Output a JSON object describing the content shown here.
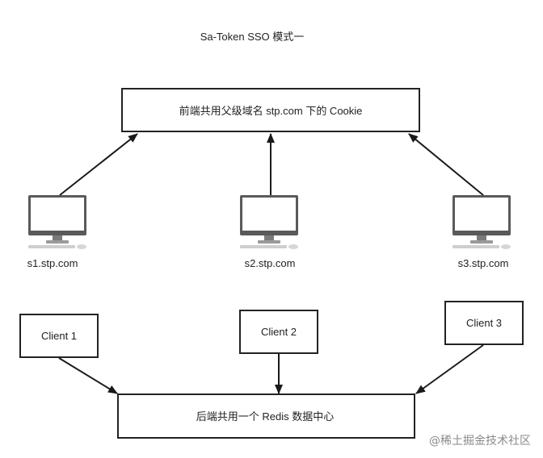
{
  "title": "Sa-Token SSO 模式一",
  "cookie_box": {
    "label": "前端共用父级域名 stp.com 下的 Cookie"
  },
  "hosts": [
    {
      "label": "s1.stp.com"
    },
    {
      "label": "s2.stp.com"
    },
    {
      "label": "s3.stp.com"
    }
  ],
  "clients": [
    {
      "label": "Client 1"
    },
    {
      "label": "Client 2"
    },
    {
      "label": "Client 3"
    }
  ],
  "redis_box": {
    "label": "后端共用一个 Redis 数据中心"
  },
  "watermark": "@稀土掘金技术社区"
}
